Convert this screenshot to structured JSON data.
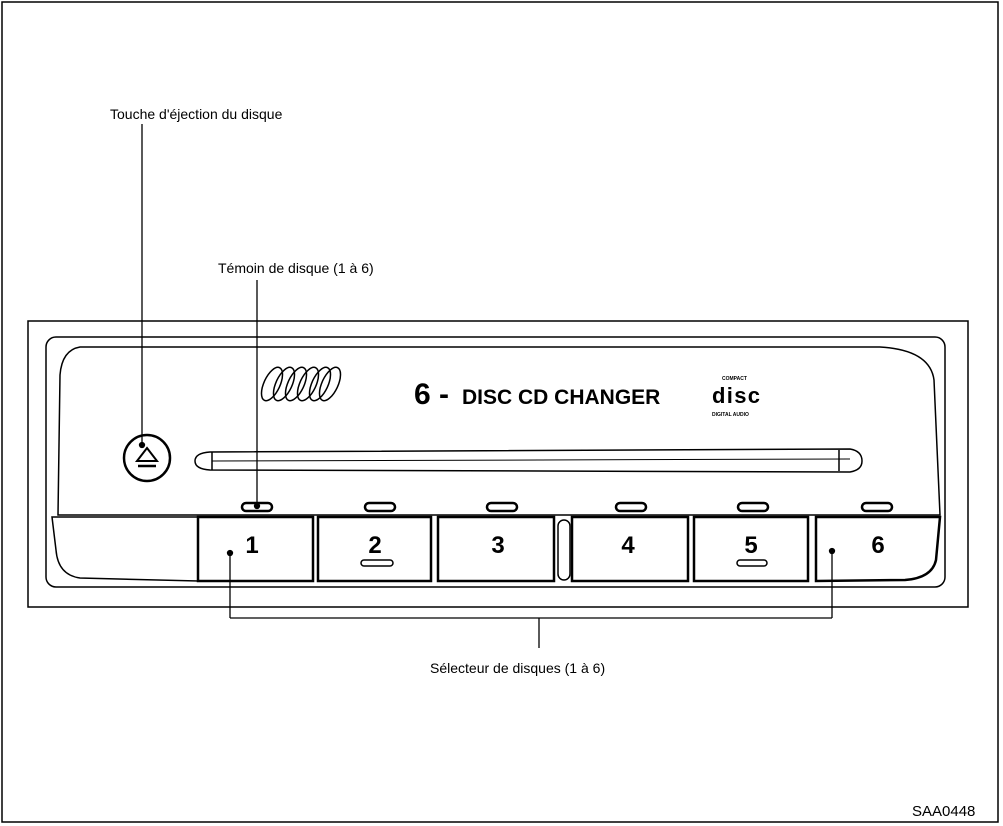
{
  "labels": {
    "eject": "Touche d'éjection du disque",
    "indicator": "Témoin de disque (1 à 6)",
    "selector": "Sélecteur de disques (1 à 6)"
  },
  "unit": {
    "model_number": "6 -",
    "model_name": "DISC CD CHANGER",
    "cd_logo_top": "COMPACT",
    "cd_logo_main": "disc",
    "cd_logo_bottom": "DIGITAL AUDIO"
  },
  "buttons": [
    {
      "label": "1"
    },
    {
      "label": "2"
    },
    {
      "label": "3"
    },
    {
      "label": "4"
    },
    {
      "label": "5"
    },
    {
      "label": "6"
    }
  ],
  "figure_code": "SAA0448",
  "colors": {
    "line": "#000000",
    "background": "#ffffff"
  }
}
